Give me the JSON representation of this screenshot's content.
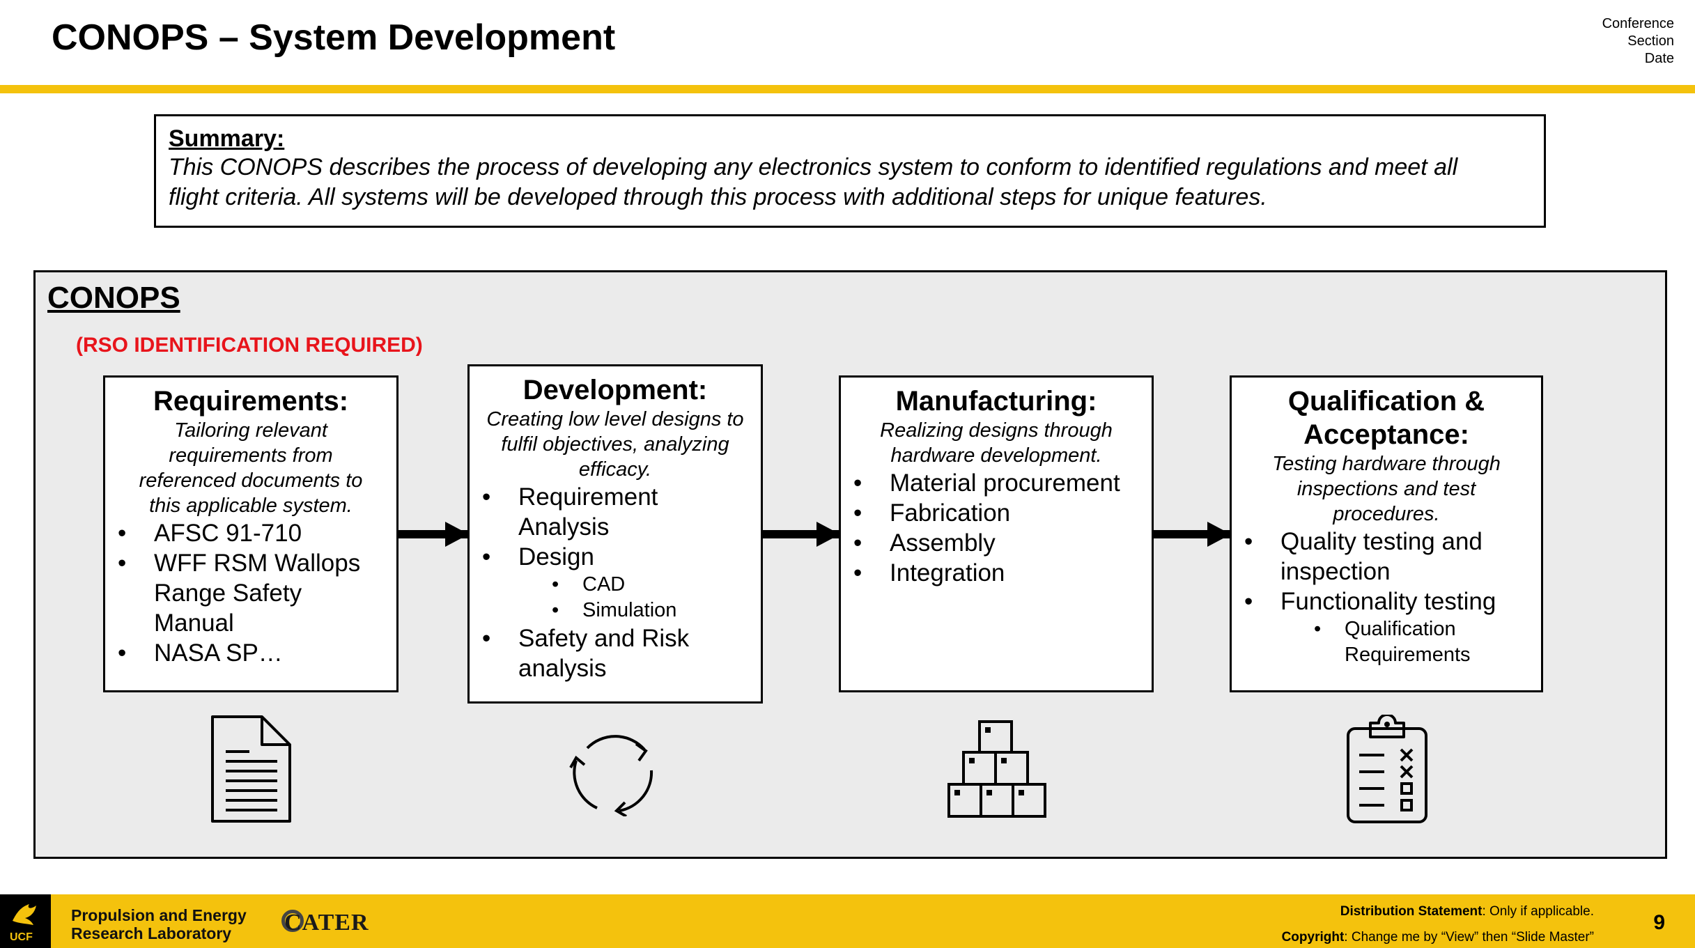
{
  "header": {
    "title": "CONOPS – System Development",
    "meta_lines": [
      "Conference",
      "Section",
      "Date"
    ]
  },
  "summary": {
    "heading": "Summary:",
    "line1": "This CONOPS describes the process of developing any electronics system to conform to identified regulations and meet all",
    "line2": "flight criteria. All systems will be developed through this process with additional steps for unique features."
  },
  "conops": {
    "title": "CONOPS",
    "note": "(RSO IDENTIFICATION REQUIRED)",
    "note_color": "#e8141b",
    "stages": [
      {
        "title": "Requirements:",
        "description": "Tailoring relevant requirements from referenced documents to this applicable system.",
        "items": [
          "AFSC 91-710",
          "WFF RSM Wallops Range Safety Manual",
          "NASA SP…"
        ],
        "icon": "document-icon"
      },
      {
        "title": "Development:",
        "description": "Creating low level designs to fulfil objectives, analyzing efficacy.",
        "items": [
          "Requirement Analysis",
          "Design",
          "CAD",
          "Simulation",
          "Safety and Risk analysis"
        ],
        "icon": "refresh-cycle-icon"
      },
      {
        "title": "Manufacturing:",
        "description": "Realizing designs through hardware development.",
        "items": [
          "Material procurement",
          "Fabrication",
          "Assembly",
          "Integration"
        ],
        "icon": "stacked-boxes-icon"
      },
      {
        "title": "Qualification & Acceptance:",
        "description": "Testing hardware through inspections and test procedures.",
        "items": [
          "Quality testing and inspection",
          "Functionality testing",
          "Qualification Requirements"
        ],
        "icon": "clipboard-checklist-icon"
      }
    ]
  },
  "footer": {
    "ucf_label": "UCF",
    "lab_line1": "Propulsion and Energy",
    "lab_line2": "Research Laboratory",
    "partner_logo": "CATER",
    "distribution_label": "Distribution Statement",
    "distribution_text": ": Only if applicable.",
    "copyright_label": "Copyright",
    "copyright_text": ": Change me by “View” then “Slide Master”",
    "page_number": "9"
  },
  "colors": {
    "accent_gold": "#f4c20d",
    "panel_gray": "#ebebeb",
    "alert_red": "#e8141b"
  }
}
